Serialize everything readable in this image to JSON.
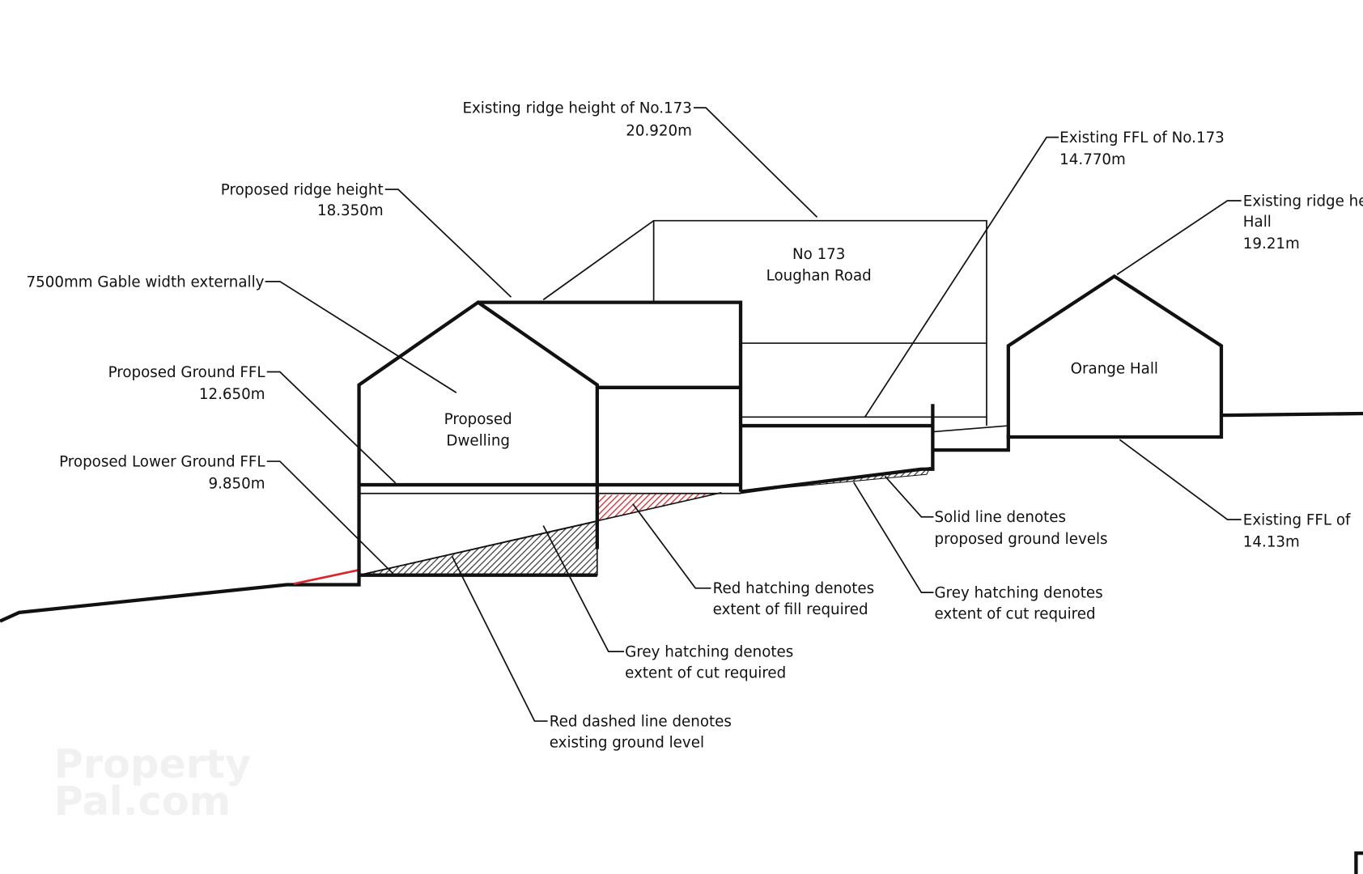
{
  "drawing": {
    "colors": {
      "line": "#111111",
      "fill_hatch": "#d9262c",
      "cut_hatch": "#555555"
    },
    "buildings": {
      "no173": {
        "line1": "No 173",
        "line2": "Loughan Road"
      },
      "proposed": {
        "line1": "Proposed",
        "line2": "Dwelling"
      },
      "orange_hall": "Orange Hall"
    },
    "annotations": {
      "existing_ridge_173": {
        "line1": "Existing ridge height of No.173",
        "line2": "20.920m"
      },
      "existing_ffl_173": {
        "line1": "Existing FFL of No.173",
        "line2": "14.770m"
      },
      "proposed_ridge": {
        "line1": "Proposed ridge height",
        "line2": "18.350m"
      },
      "gable_width": "7500mm Gable width externally",
      "proposed_ground_ffl": {
        "line1": "Proposed Ground FFL",
        "line2": "12.650m"
      },
      "proposed_lower_ffl": {
        "line1": "Proposed Lower Ground FFL",
        "line2": "9.850m"
      },
      "hall_ridge": {
        "line1": "Existing ridge he",
        "line2": "Hall",
        "line3": "19.21m"
      },
      "hall_ffl": {
        "line1": "Existing FFL of",
        "line2": "14.13m"
      },
      "solid_line": {
        "line1": "Solid line denotes",
        "line2": "proposed ground levels"
      },
      "red_hatch": {
        "line1": "Red hatching denotes",
        "line2": "extent of fill required"
      },
      "grey_hatch_right": {
        "line1": "Grey hatching denotes",
        "line2": "extent of cut required"
      },
      "grey_hatch_left": {
        "line1": "Grey hatching denotes",
        "line2": "extent of cut required"
      },
      "red_dashed": {
        "line1": "Red dashed line denotes",
        "line2": "existing ground level"
      }
    },
    "watermark": {
      "line1": "Property",
      "line2": "Pal.com"
    }
  }
}
